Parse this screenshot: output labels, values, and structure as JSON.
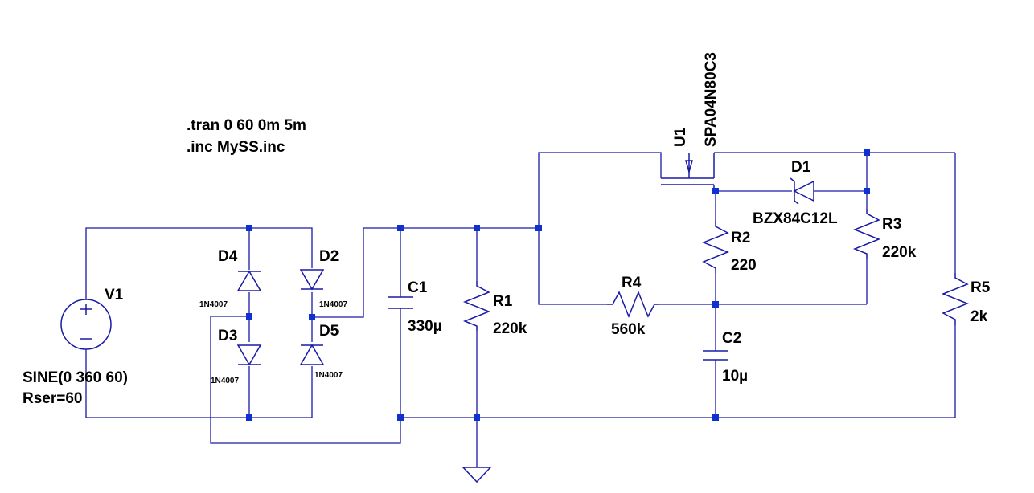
{
  "directives": {
    "tran": ".tran 0 60 0m 5m",
    "inc": ".inc MySS.inc"
  },
  "source": {
    "name": "V1",
    "value": "SINE(0 360 60)",
    "rser": "Rser=60"
  },
  "diodes": {
    "d4": {
      "name": "D4",
      "model": "1N4007"
    },
    "d2": {
      "name": "D2",
      "model": "1N4007"
    },
    "d3": {
      "name": "D3",
      "model": "1N4007"
    },
    "d5": {
      "name": "D5",
      "model": "1N4007"
    },
    "d1": {
      "name": "D1",
      "model": "BZX84C12L"
    }
  },
  "capacitors": {
    "c1": {
      "name": "C1",
      "value": "330µ"
    },
    "c2": {
      "name": "C2",
      "value": "10µ"
    }
  },
  "resistors": {
    "r1": {
      "name": "R1",
      "value": "220k"
    },
    "r2": {
      "name": "R2",
      "value": "220"
    },
    "r3": {
      "name": "R3",
      "value": "220k"
    },
    "r4": {
      "name": "R4",
      "value": "560k"
    },
    "r5": {
      "name": "R5",
      "value": "2k"
    }
  },
  "mosfet": {
    "name": "U1",
    "model": "SPA04N80C3"
  },
  "colors": {
    "wire": "#1a1aa8",
    "junction": "#1030d0",
    "text": "#000000",
    "background": "#ffffff"
  }
}
